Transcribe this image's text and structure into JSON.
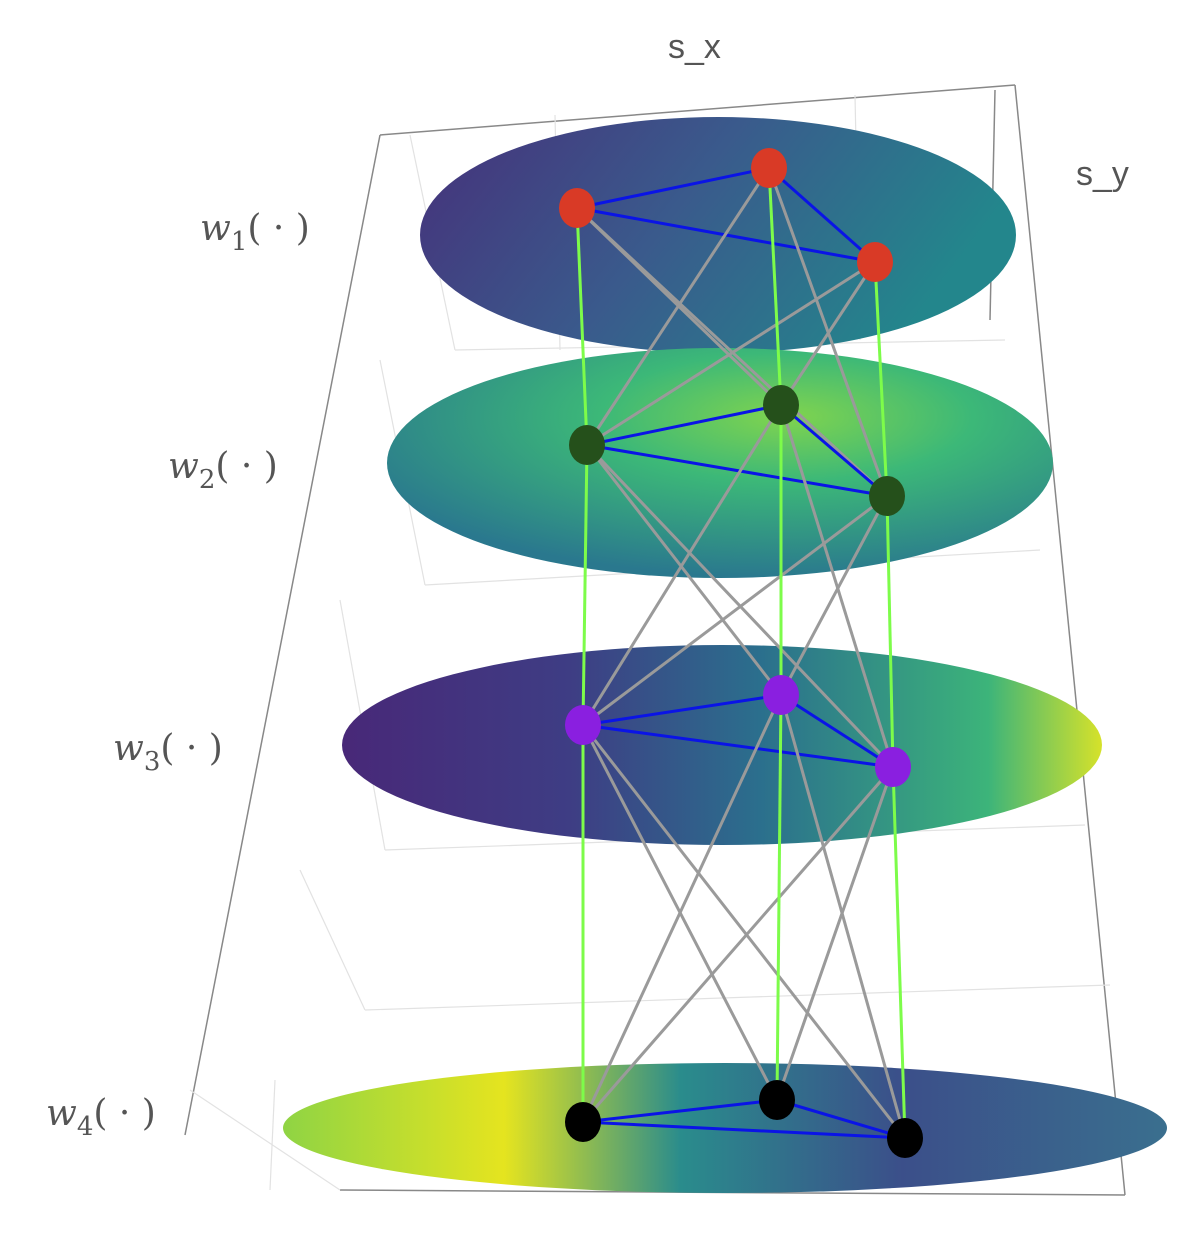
{
  "axes": {
    "x_label": "s_x",
    "y_label": "s_y"
  },
  "layers": [
    {
      "name": "w",
      "sub": "1",
      "suffix": "( · )",
      "node_color": "#d93a26"
    },
    {
      "name": "w",
      "sub": "2",
      "suffix": "( · )",
      "node_color": "#25501b"
    },
    {
      "name": "w",
      "sub": "3",
      "suffix": "( · )",
      "node_color": "#8a1fe0"
    },
    {
      "name": "w",
      "sub": "4",
      "suffix": "( · )",
      "node_color": "#000000"
    }
  ],
  "colors": {
    "intra_edge": "#0a14e6",
    "same_node_edge": "#7dfc4a",
    "cross_edge": "#9a9a9a",
    "axis": "#888888",
    "grid": "#e2e2e2"
  }
}
